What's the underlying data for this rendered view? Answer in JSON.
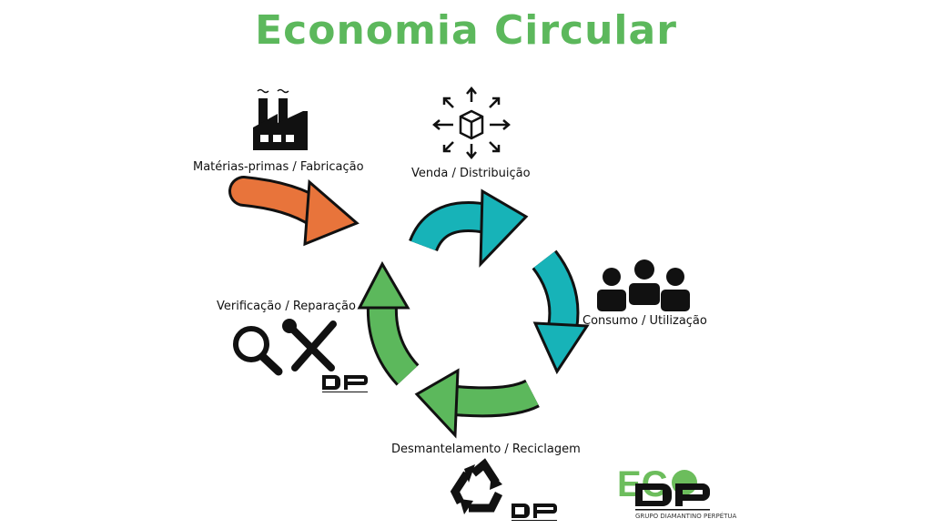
{
  "title": "Economia Circular",
  "stages": [
    {
      "label": "Matérias-primas / Fabricação",
      "icon": "factory-icon",
      "color": "#e8743b"
    },
    {
      "label": "Venda / Distribuição",
      "icon": "box-distribution-icon",
      "color": "#17b3b8"
    },
    {
      "label": "Consumo / Utilização",
      "icon": "people-icon",
      "color": "#17b3b8"
    },
    {
      "label": "Desmantelamento / Reciclagem",
      "icon": "recycle-icon",
      "color": "#5cb85c"
    },
    {
      "label": "Verificação / Reparação",
      "icon": "magnifier-tools-icon",
      "color": "#5cb85c"
    }
  ],
  "logo": {
    "brand": "ECO DP",
    "caption": "GRUPO DIAMANTINO PERPÉTUA"
  }
}
